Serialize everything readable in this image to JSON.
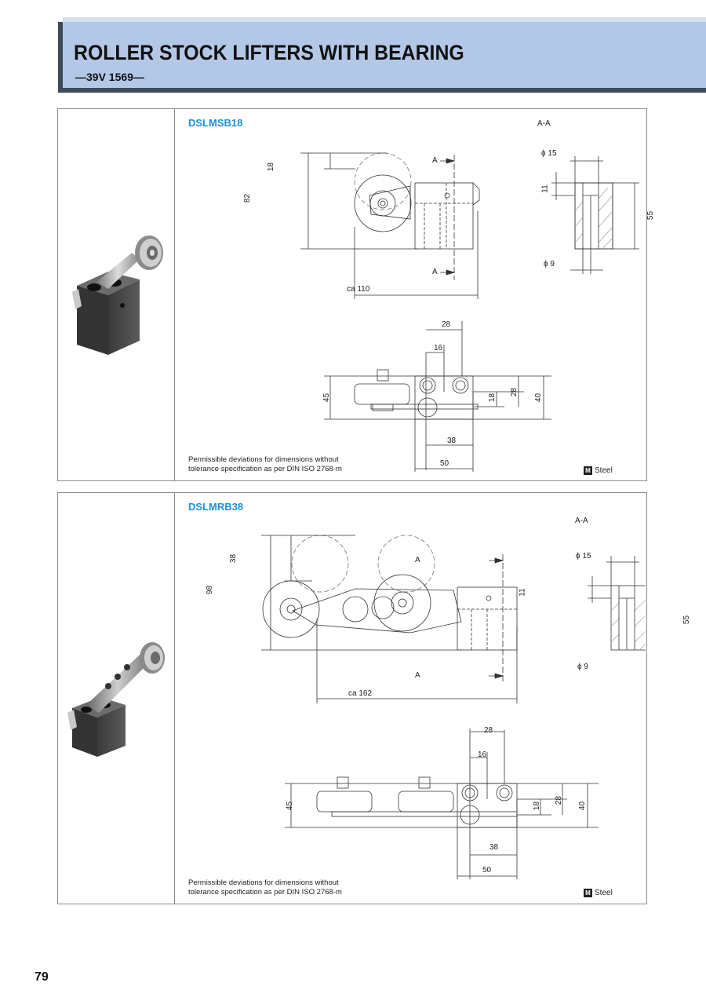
{
  "header": {
    "title": "ROLLER STOCK LIFTERS WITH BEARING",
    "subtitle": "—39V 1569—"
  },
  "products": [
    {
      "code": "DSLMSB18",
      "section_label": "A-A",
      "note_line1": "Permissible deviations for dimensions without",
      "note_line2": "tolerance specification as per DIN ISO 2768-m",
      "material_symbol": "M",
      "material": "Steel",
      "dims": {
        "d18": "18",
        "d82": "82",
        "a_top": "A",
        "a_bottom": "A",
        "ca": "ca 110",
        "phi15": "ϕ 15",
        "d11": "11",
        "d55": "55",
        "phi9": "ϕ 9",
        "d28": "28",
        "d16": "16",
        "d45": "45",
        "d18b": "18",
        "d28b": "28",
        "d40": "40",
        "d38": "38",
        "d50": "50"
      }
    },
    {
      "code": "DSLMRB38",
      "section_label": "A-A",
      "note_line1": "Permissible deviations for dimensions without",
      "note_line2": "tolerance specification as per DIN ISO 2768-m",
      "material_symbol": "M",
      "material": "Steel",
      "dims": {
        "d38": "38",
        "d98": "98",
        "a_top": "A",
        "a_bottom": "A",
        "ca": "ca 162",
        "phi15": "ϕ 15",
        "d11": "11",
        "d55": "55",
        "phi9": "ϕ 9",
        "d28": "28",
        "d16": "16",
        "d45": "45",
        "d18b": "18",
        "d28b": "28",
        "d40": "40",
        "d38b": "38",
        "d50": "50"
      }
    }
  ],
  "page_number": "79"
}
